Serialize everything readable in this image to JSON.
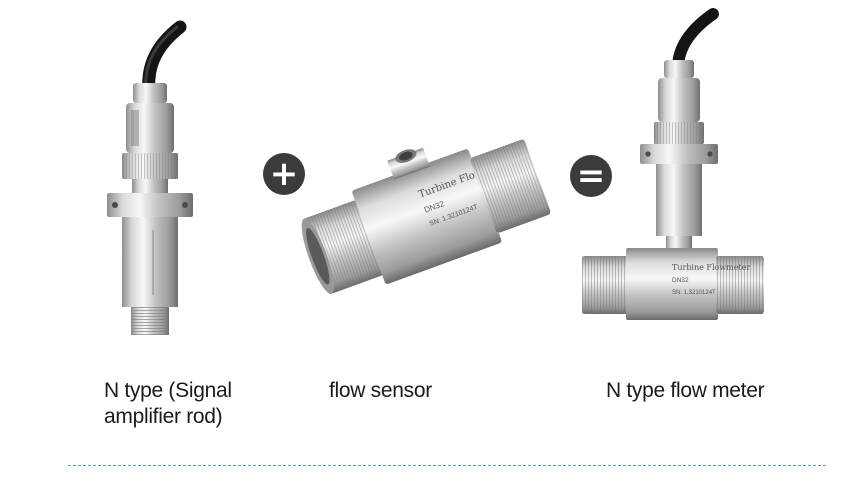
{
  "items": [
    {
      "caption_line1": "N type (Signal",
      "caption_line2": "amplifier rod)"
    },
    {
      "caption": "flow sensor",
      "body_label_line1": "Turbine Flowmeter",
      "body_label_line2": "DN32",
      "body_label_line3": "SN: 1.3210124T"
    },
    {
      "caption": "N type flow meter",
      "body_label_line1": "Turbine Flowmeter",
      "body_label_line2": "DN32",
      "body_label_line3": "SN: 1.3210124T"
    }
  ],
  "operators": {
    "plus": "+",
    "equals": "="
  },
  "colors": {
    "badge": "#3b3b3b",
    "divider": "#5aa0d8",
    "steel": "#c9c9c9"
  }
}
